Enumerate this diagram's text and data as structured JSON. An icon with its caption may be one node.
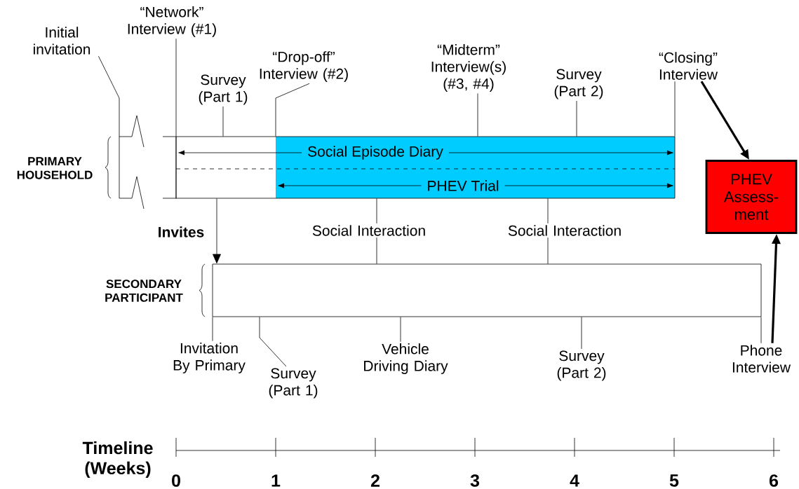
{
  "diagram": {
    "nodes": [
      {
        "text": [
          "PRIMARY HOUSEHOLD"
        ]
      },
      {
        "text": [
          "SECONDARY PARTICIPANT"
        ]
      },
      {
        "text": [
          "PHEV Assess-ment"
        ]
      },
      {
        "text": [
          "Initial invitation"
        ]
      },
      {
        "text": [
          "“Network” Interview (#1)"
        ]
      },
      {
        "text": [
          "Survey (Part 1)"
        ]
      },
      {
        "text": [
          "“Drop-off” Interview (#2)"
        ]
      },
      {
        "text": [
          "“Midterm” Interview(s) (#3, #4)"
        ]
      },
      {
        "text": [
          "Survey (Part 2)"
        ]
      },
      {
        "text": [
          "“Closing” Interview"
        ]
      },
      {
        "text": [
          "Social Interaction"
        ]
      },
      {
        "text": [
          "Social Interaction"
        ]
      },
      {
        "text": [
          "Invitation By Primary"
        ]
      },
      {
        "text": [
          "Survey (Part 1)"
        ]
      },
      {
        "text": [
          "Vehicle Driving Diary"
        ]
      },
      {
        "text": [
          "Survey (Part 2)"
        ]
      },
      {
        "text": [
          "Phone Interview"
        ]
      }
    ],
    "edges": [
      {
        "from": 3,
        "to": null,
        "arrow": "none"
      },
      {
        "from": 4,
        "to": 0,
        "arrow": "none"
      },
      {
        "from": 5,
        "to": 0,
        "arrow": "none"
      },
      {
        "from": 6,
        "to": 0,
        "arrow": "none"
      },
      {
        "from": 7,
        "to": 0,
        "arrow": "none"
      },
      {
        "from": 8,
        "to": 0,
        "arrow": "none"
      },
      {
        "from": 9,
        "to": 0,
        "arrow": "none"
      },
      {
        "from": 9,
        "to": 2,
        "arrow": "to",
        "style": "thick"
      },
      {
        "from": 0,
        "to": 1,
        "arrow": "to",
        "label": "Invites"
      },
      {
        "from": 0,
        "to": 10,
        "arrow": "none"
      },
      {
        "from": 10,
        "to": 1,
        "arrow": "none"
      },
      {
        "from": 0,
        "to": 11,
        "arrow": "none"
      },
      {
        "from": 11,
        "to": 1,
        "arrow": "none"
      },
      {
        "from": 12,
        "to": 1,
        "arrow": "none"
      },
      {
        "from": 13,
        "to": 1,
        "arrow": "none"
      },
      {
        "from": 14,
        "to": 1,
        "arrow": "none"
      },
      {
        "from": 15,
        "to": 1,
        "arrow": "none"
      },
      {
        "from": 16,
        "to": 1,
        "arrow": "none"
      },
      {
        "from": 16,
        "to": 2,
        "arrow": "to",
        "style": "thick"
      }
    ],
    "labels": [
      "Social Episode Diary",
      "PHEV Trial",
      "Timeline (Weeks)",
      "0",
      "1",
      "2",
      "3",
      "4",
      "5",
      "6"
    ]
  }
}
